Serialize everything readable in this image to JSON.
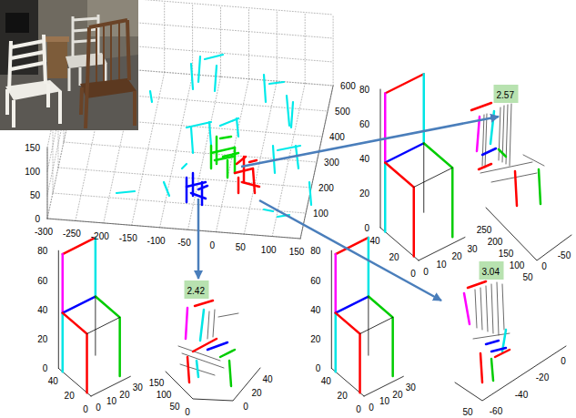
{
  "diagram": {
    "nodes": [
      {
        "text": [
          "2.57"
        ]
      },
      {
        "text": [
          "2.42"
        ]
      },
      {
        "text": [
          "3.04"
        ]
      }
    ],
    "labels": [
      "150",
      "100",
      "50",
      "0",
      "-300",
      "-250",
      "-200",
      "-150",
      "-100",
      "-50",
      "0",
      "50",
      "100",
      "150",
      "600",
      "500",
      "400",
      "300",
      "200",
      "100",
      "80",
      "60",
      "40",
      "20",
      "0",
      "40",
      "20",
      "0",
      "0",
      "10",
      "20",
      "30",
      "250",
      "200",
      "150",
      "100",
      "50",
      "0",
      "-50",
      "80",
      "60",
      "40",
      "20",
      "0",
      "40",
      "20",
      "0",
      "0",
      "10",
      "20",
      "30",
      "150",
      "100",
      "50",
      "0",
      "40",
      "20",
      "0",
      "80",
      "60",
      "40",
      "20",
      "0",
      "40",
      "20",
      "0",
      "0",
      "10",
      "20",
      "30",
      "50",
      "-60",
      "-40",
      "-20",
      "0"
    ]
  }
}
